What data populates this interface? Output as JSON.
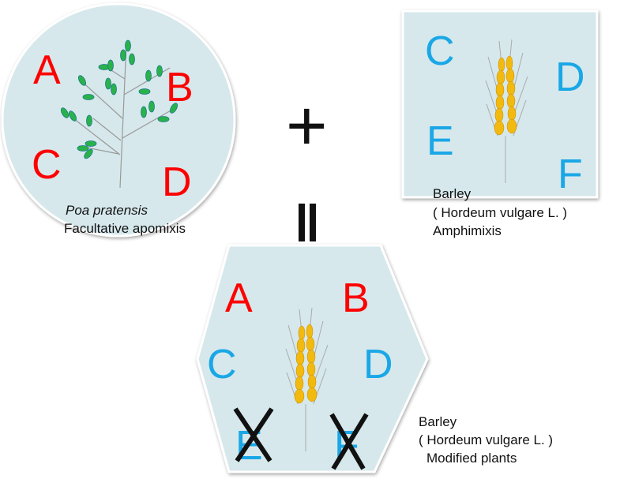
{
  "colors": {
    "panel": "#d6e8ec",
    "red": "#ff0000",
    "blue": "#1aa7e6",
    "grain": "#f2b90f",
    "leaf": "#2ab24a"
  },
  "parent1": {
    "letters": [
      "A",
      "B",
      "C",
      "D"
    ],
    "species": "Poa pratensis",
    "mode": "Facultative apomixis"
  },
  "operator_plus": "+",
  "operator_equals": "=",
  "parent2": {
    "letters": [
      "C",
      "D",
      "E",
      "F"
    ],
    "name": "Barley",
    "species": "( Hordeum vulgare L. )",
    "mode": "Amphimixis"
  },
  "offspring": {
    "letters": [
      "A",
      "B",
      "C",
      "D",
      "E",
      "F"
    ],
    "name": "Barley",
    "species": "( Hordeum vulgare L. )",
    "mode": "Modified plants",
    "crossed_out": [
      "E",
      "F"
    ]
  }
}
